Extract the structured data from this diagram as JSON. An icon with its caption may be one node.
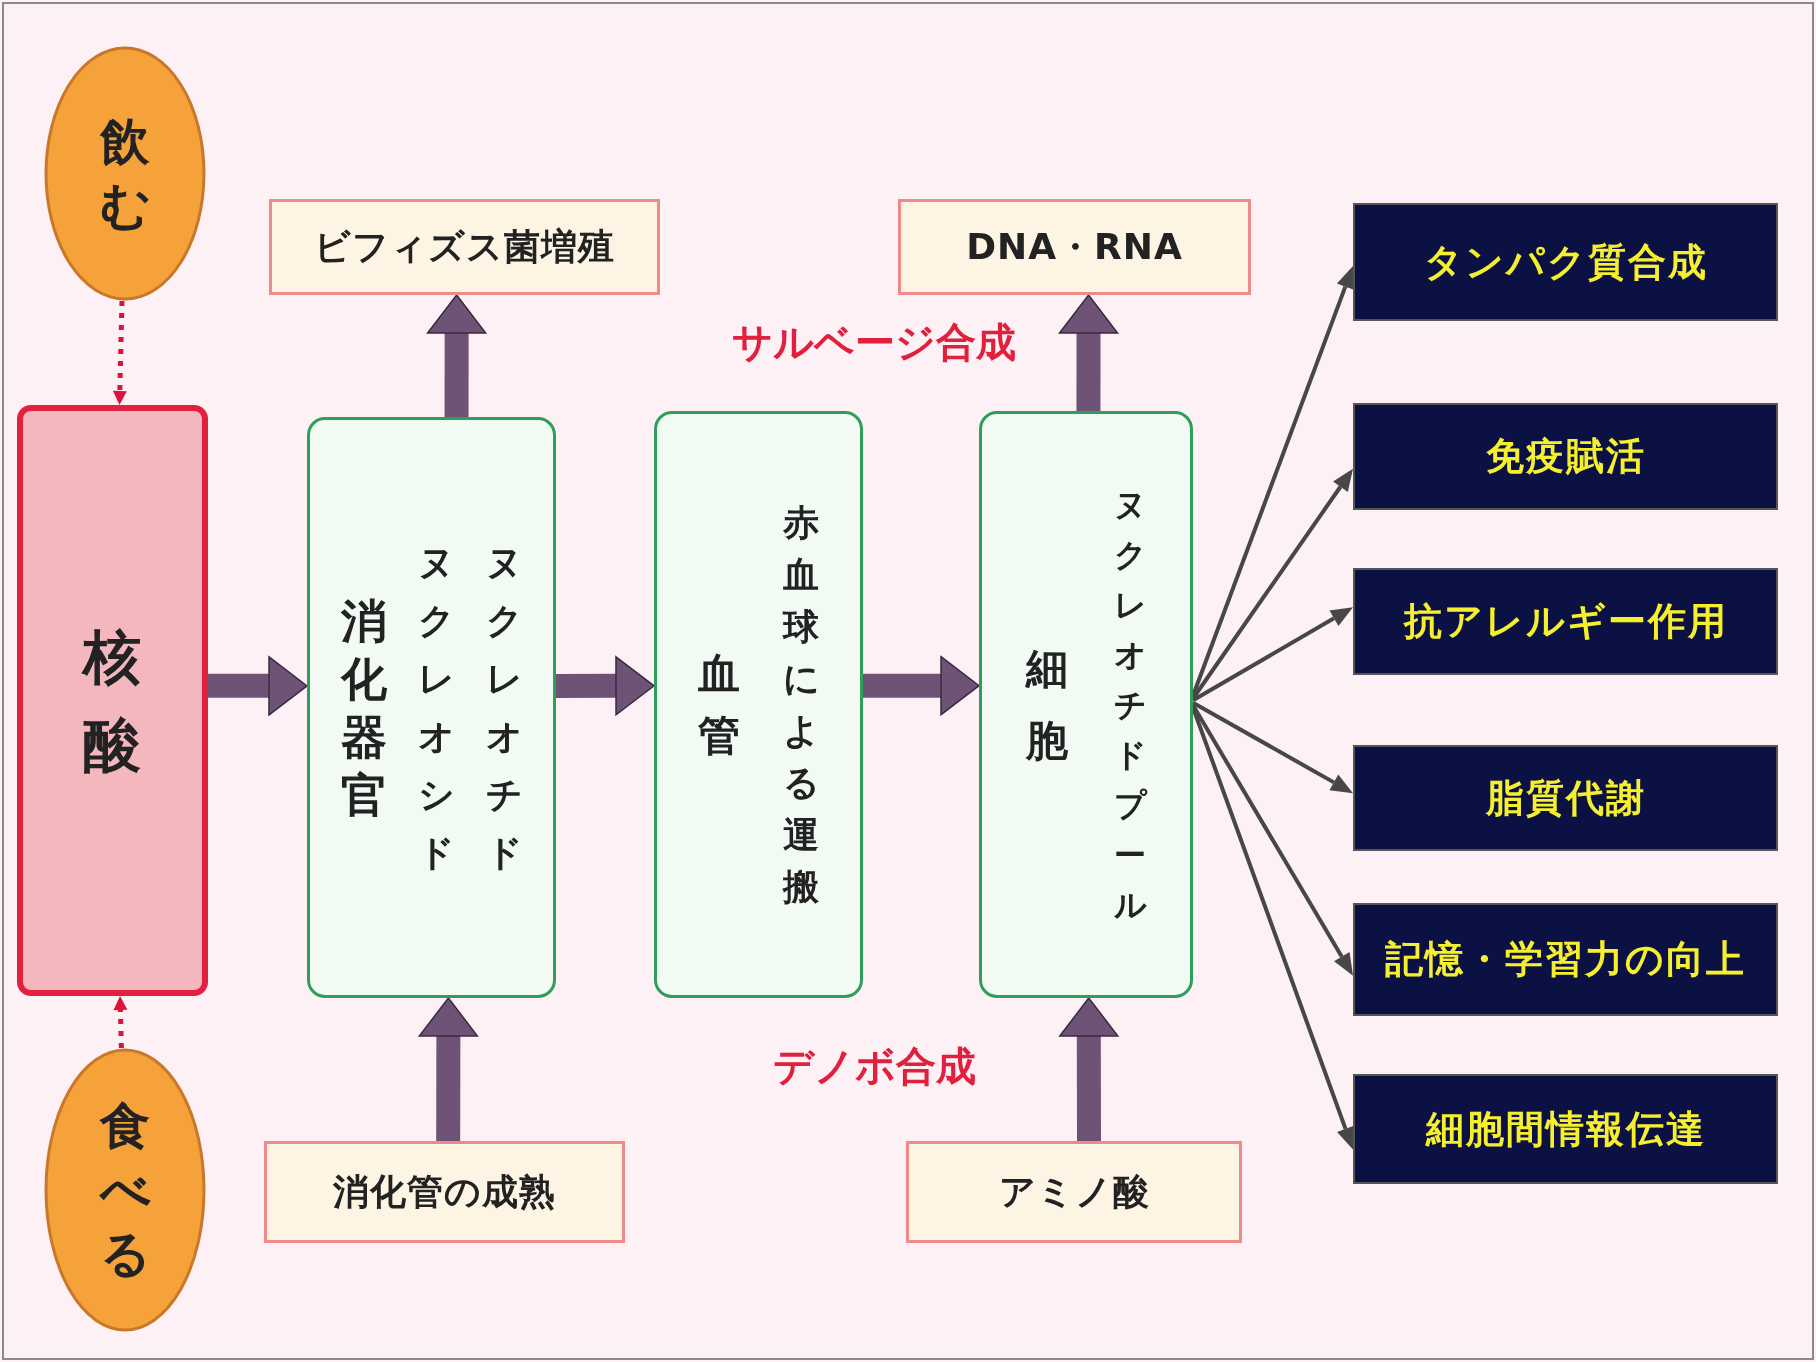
{
  "diagram": {
    "nodes": [
      {
        "text": [
          "飲む"
        ]
      },
      {
        "text": [
          "核酸"
        ]
      },
      {
        "text": [
          "食べる"
        ]
      },
      {
        "text": [
          "ビフィズス菌増殖"
        ]
      },
      {
        "text": [
          "消化器官",
          "ヌクレオシド",
          "ヌクレオチド"
        ]
      },
      {
        "text": [
          "消化管の成熟"
        ]
      },
      {
        "text": [
          "血管",
          "赤血球による運搬"
        ]
      },
      {
        "text": [
          "DNA・RNA"
        ]
      },
      {
        "text": [
          "細胞",
          "ヌクレオチドプール"
        ]
      },
      {
        "text": [
          "アミノ酸"
        ]
      },
      {
        "text": [
          "タンパク質合成"
        ]
      },
      {
        "text": [
          "免疫賦活"
        ]
      },
      {
        "text": [
          "抗アレルギー作用"
        ]
      },
      {
        "text": [
          "脂質代謝"
        ]
      },
      {
        "text": [
          "記憶・学習力の向上"
        ]
      },
      {
        "text": [
          "細胞間情報伝達"
        ]
      }
    ],
    "edges": [
      {
        "from": 0,
        "to": 1,
        "arrow": "to",
        "style": "dashed",
        "color": "#d9143a"
      },
      {
        "from": 2,
        "to": 1,
        "arrow": "to",
        "style": "dashed",
        "color": "#d9143a"
      },
      {
        "from": 1,
        "to": 4,
        "arrow": "to",
        "style": "thick"
      },
      {
        "from": 4,
        "to": 3,
        "arrow": "to",
        "style": "thick"
      },
      {
        "from": 5,
        "to": 4,
        "arrow": "to",
        "style": "thick"
      },
      {
        "from": 4,
        "to": 6,
        "arrow": "to",
        "style": "thick"
      },
      {
        "from": 6,
        "to": 8,
        "arrow": "to",
        "style": "thick"
      },
      {
        "from": 8,
        "to": 7,
        "arrow": "to",
        "style": "thick"
      },
      {
        "from": 9,
        "to": 8,
        "arrow": "to",
        "style": "thick"
      },
      {
        "from": 8,
        "to": 10,
        "arrow": "to",
        "color": "#474747"
      },
      {
        "from": 8,
        "to": 11,
        "arrow": "to",
        "color": "#474747"
      },
      {
        "from": 8,
        "to": 12,
        "arrow": "to",
        "color": "#474747"
      },
      {
        "from": 8,
        "to": 13,
        "arrow": "to",
        "color": "#474747"
      },
      {
        "from": 8,
        "to": 14,
        "arrow": "to",
        "color": "#474747"
      },
      {
        "from": 8,
        "to": 15,
        "arrow": "to",
        "color": "#474747"
      }
    ],
    "labels": [
      "サルベージ合成",
      "デノボ合成"
    ]
  }
}
